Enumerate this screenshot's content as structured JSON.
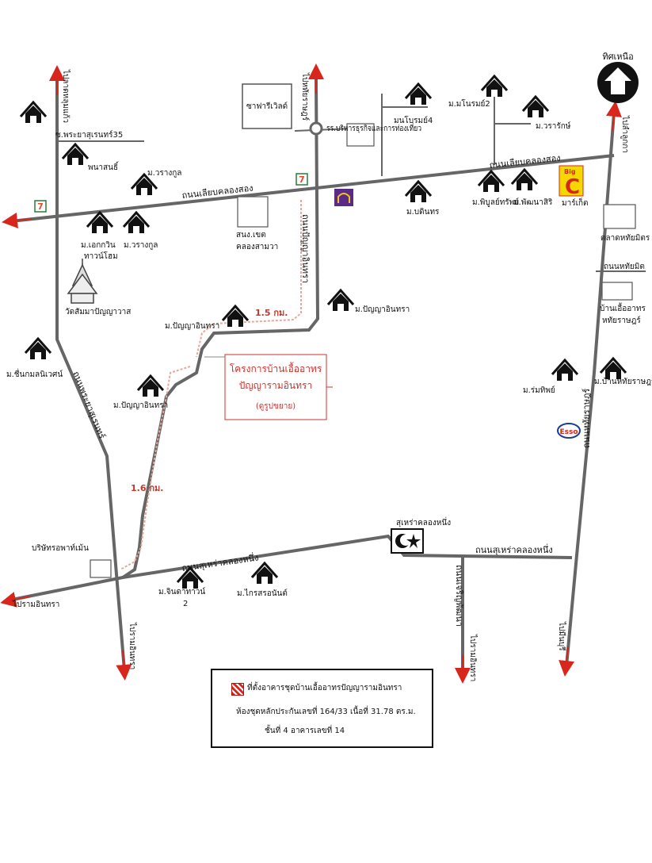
{
  "north": "ทิศเหนือ",
  "roads": {
    "lieb_klong_song_west": "ถนนเลียบคลองสอง",
    "lieb_klong_song_east": "ถนนเลียบคลองสอง",
    "suhao_west": "ถนนสุเหร่าคลองหนึ่ง",
    "suhao_east": "ถนนสุเหร่าคลองหนึ่ง",
    "panya_inthra": "ถนนปัญญาอินทรา",
    "phraya_suren": "ถนนพระยาสุเรนทร์",
    "hathai_rat": "ถนนหทัยราษฎร์",
    "hathai_mit": "ถนนหทัยมิต",
    "jaroen_phatthana": "ถนนเจริญพัฒนา",
    "soi_phraya_suren_35": "ซ.พระยาสุเรนทร์35"
  },
  "directions": {
    "to_ramintra_left": "ไปรามอินทรา",
    "to_ramintra_bottom": "ไปรามอินทรา",
    "to_ramintra_jaroen": "ไปรามอินทรา",
    "to_hathai_rat": "ไปหทัยราษฎร์",
    "to_lam_luk_ka": "ไปลำลูกกา",
    "to_min_buri": "ไปมีนบุรี",
    "to_lat_lum_kaeo": "ไปลาดหลุมแก้ว"
  },
  "places": {
    "safari": "ซาฟารีเวิลด์",
    "school": "รร.บริหารธุรกิจและการท่องเที่ยว",
    "mobile_unit": "มนโบรมย์4",
    "mamonorom2": "ม.มโนรมย์2",
    "mawararak": "ม.วรารักษ์",
    "mapanasonthi": "พนาสนธิ์",
    "maworangkun": "ม.วรางกูล",
    "maworangkun2": "ม.วรางกูล",
    "maekkawin": "ม.เอกกวิน",
    "maekkawin2": "ทาวน์โฮม",
    "temple": "วัดสัมมาปัญญาวาส",
    "snong": "สนง.เขต",
    "snong2": "คลองสามวา",
    "mabodin": "ม.บดินทร",
    "mapibun": "ม.พิบูลย์ทรัพย์",
    "maphatthana": "ม.พัฒนาสิริ",
    "bigc1": "Big",
    "bigc2": "C",
    "bigc_label": "มาร์เก็ต",
    "talad": "ตลาดหทัยมิตร",
    "baanua": "บ้านเอื้ออาทร",
    "baanua2": "หทัยราษฎร์",
    "mapanya1": "ม.ปัญญาอินทรา",
    "mapanya2": "ม.ปัญญาอินทรา",
    "mapanya3": "ม.ปัญญาอินทรา",
    "masuen": "ม.ชื่นกมลนิเวศน์",
    "maromthip": "ม.ร่มทิพย์",
    "mabaanhathai": "ม.บ้านหทัยราษฎร์",
    "esso": "Esso",
    "mosque": "สุเหร่าคลองหนึ่ง",
    "company": "บริษัทรอพาท์เม้น",
    "majinda": "ม.จินดาทาวน์",
    "majinda_num": "2",
    "makrai": "ม.ไกรสรอนันต์",
    "seven": "7"
  },
  "distances": {
    "d1": "1.5 กม.",
    "d2": "1.6 กม."
  },
  "project": {
    "line1": "โครงการบ้านเอื้ออาทร",
    "line2": "ปัญญารามอินทรา",
    "line3": "(ดูรูปขยาย)"
  },
  "legend": {
    "line1": "ที่ตั้งอาคารชุดบ้านเอื้ออาทรปัญญารามอินทรา",
    "line2": "ห้องชุดหลักประกันเลขที่ 164/33  เนื้อที่ 31.78 ตร.ม.",
    "line3": "ชั้นที่ 4  อาคารเลขที่ 14"
  },
  "colors": {
    "road": "#555555",
    "arrow": "#d9261c",
    "route": "#e8a79b",
    "project": "#d0312d",
    "house": "#111111"
  }
}
